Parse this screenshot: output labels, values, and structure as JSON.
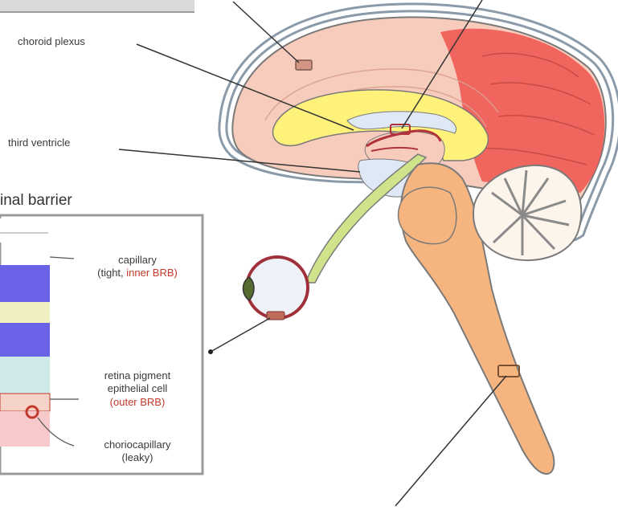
{
  "labels": {
    "choroid_plexus": "choroid plexus",
    "third_ventricle": "third ventricle",
    "panel_title": "inal barrier",
    "capillary": "capillary",
    "capillary_note_a": "(tight,",
    "capillary_note_b": "inner BRB)",
    "rpe_line1": "retina pigment",
    "rpe_line2": "epithelial cell",
    "rpe_line3": "(outer BRB)",
    "choriocapillary": "choriocapillary",
    "leaky": "(leaky)"
  },
  "colors": {
    "cortex_light": "#f8ccbc",
    "cortex_red": "#ef5a54",
    "membrane": "#8a9aa8",
    "corpus_callosum": "#fff27a",
    "ventricle": "#dfe8f5",
    "brainstem": "#f6b57e",
    "optic_nerve": "#cfe38a",
    "vessel": "#b0323a",
    "cerebellum": "#fdf4ec",
    "cell_blue": "#6a63e8",
    "panel_teal": "#cfe9e8",
    "panel_pink": "#f8c9cb"
  }
}
